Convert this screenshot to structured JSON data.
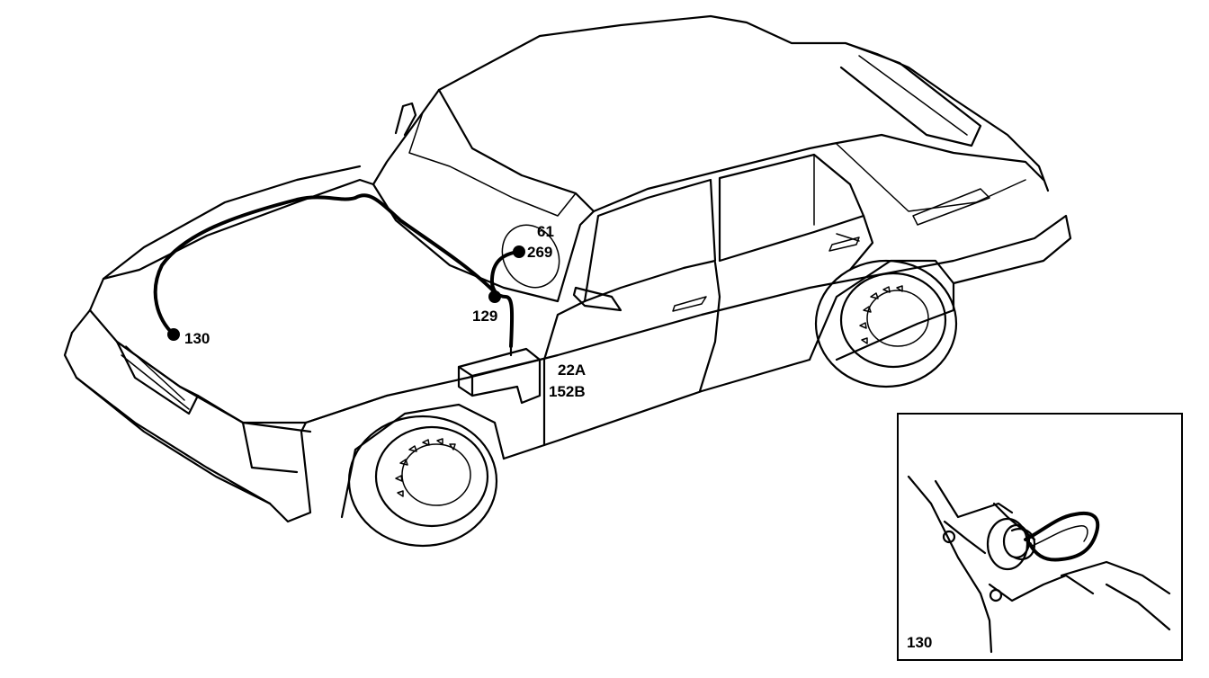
{
  "callouts": {
    "hood_connector": "130",
    "cowl_connector": "129",
    "ground_top": "61",
    "ground_point": "269",
    "control_unit_a": "22A",
    "control_unit_b": "152B",
    "inset_label": "130"
  }
}
